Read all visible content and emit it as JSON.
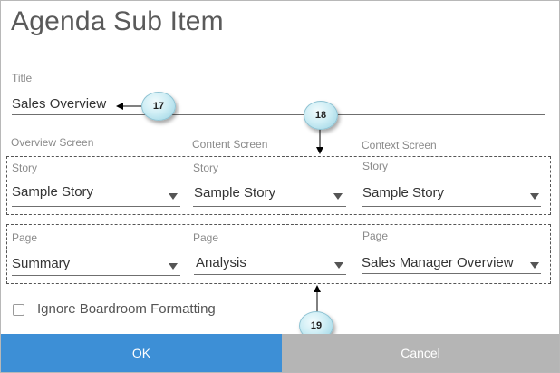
{
  "dialog": {
    "title": "Agenda Sub Item"
  },
  "title_field": {
    "label": "Title",
    "value": "Sales Overview"
  },
  "screens": [
    {
      "header": "Overview Screen",
      "story_label": "Story",
      "story_value": "Sample Story",
      "page_label": "Page",
      "page_value": "Summary"
    },
    {
      "header": "Content Screen",
      "story_label": "Story",
      "story_value": "Sample Story",
      "page_label": "Page",
      "page_value": "Analysis"
    },
    {
      "header": "Context Screen",
      "story_label": "Story",
      "story_value": "Sample Story",
      "page_label": "Page",
      "page_value": "Sales Manager Overview"
    }
  ],
  "checkbox": {
    "label": "Ignore Boardroom Formatting",
    "checked": false
  },
  "buttons": {
    "ok": "OK",
    "cancel": "Cancel"
  },
  "callouts": [
    "17",
    "18",
    "19"
  ],
  "colors": {
    "ok": "#3d8fd6",
    "cancel": "#b5b5b5",
    "callout": "#cfeef5"
  }
}
